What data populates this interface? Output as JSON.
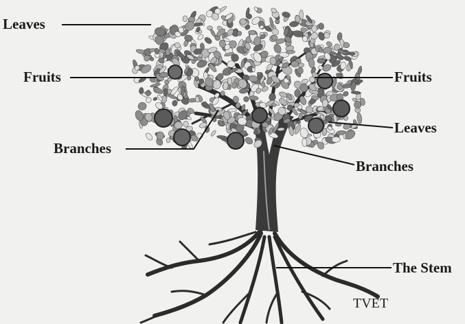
{
  "labels": {
    "leaves_top": "Leaves",
    "fruits_left": "Fruits",
    "fruits_right": "Fruits",
    "leaves_right": "Leaves",
    "branches_left": "Branches",
    "branches_right": "Branches",
    "stem": "The Stem"
  },
  "watermark": "TVET"
}
